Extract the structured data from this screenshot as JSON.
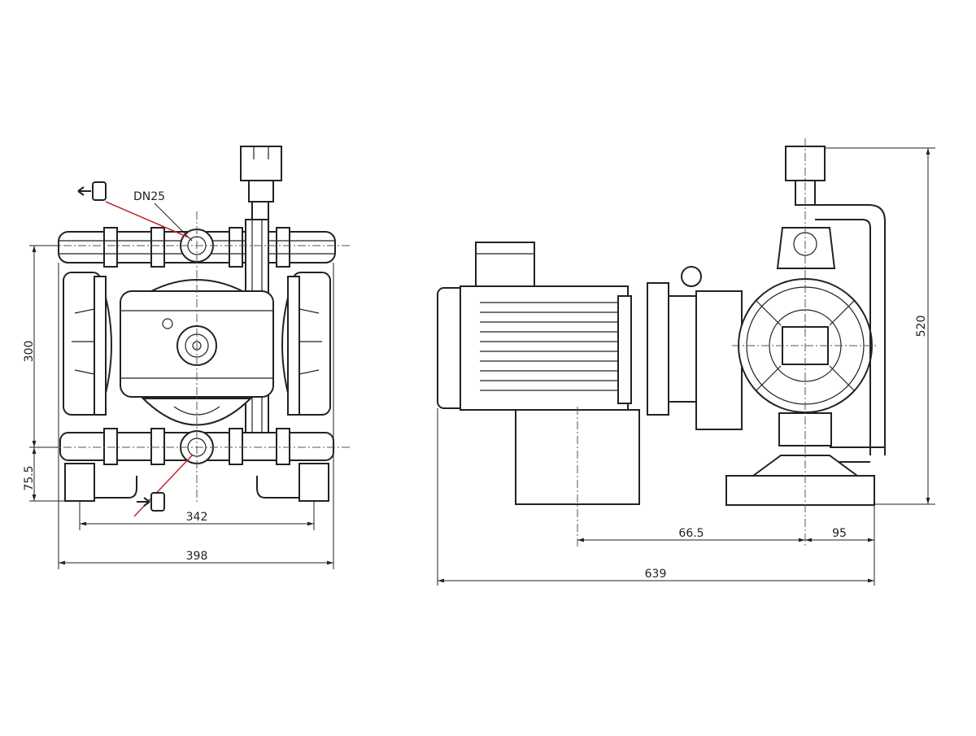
{
  "front_view": {
    "port_label": "DN25",
    "dim_width_total": "398",
    "dim_width_feet": "342",
    "dim_height_outlet": "300",
    "dim_height_inlet": "75.5"
  },
  "side_view": {
    "dim_length_total": "639",
    "dim_motor_offset": "66.5",
    "dim_base_offset": "95",
    "dim_height_total": "520"
  }
}
